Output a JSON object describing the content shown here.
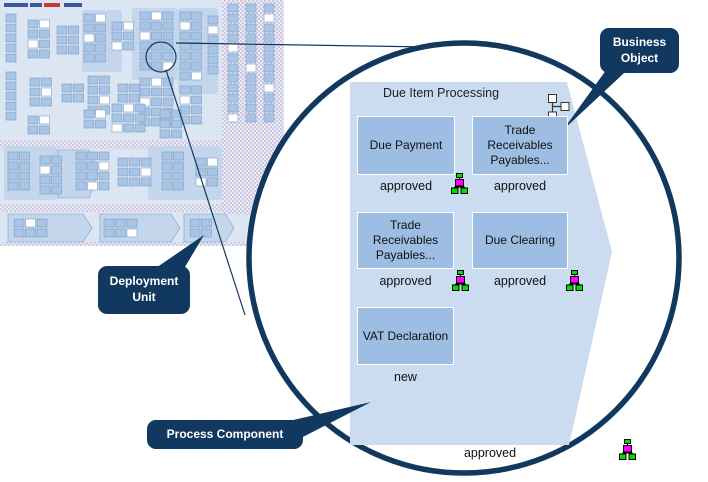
{
  "colors": {
    "navy": "#11395f",
    "panel_blue": "#cbdcf1",
    "box_blue": "#9dbde2",
    "icon_green": "#00dd00",
    "icon_magenta": "#ff00ff",
    "text": "#111111"
  },
  "panel": {
    "title": "Due Item Processing",
    "cells": [
      {
        "label": "Due Payment",
        "status": "approved"
      },
      {
        "label": "Trade Receivables Payables...",
        "status": "approved"
      },
      {
        "label": "Trade Receivables Payables...",
        "status": "approved"
      },
      {
        "label": "Due Clearing",
        "status": "approved"
      },
      {
        "label": "VAT Declaration",
        "status": "new"
      }
    ],
    "footer_status": "approved"
  },
  "callouts": {
    "business_object": {
      "label": "Business Object"
    },
    "deployment_unit": {
      "label": "Deployment Unit"
    },
    "process_component": {
      "label": "Process Component"
    }
  },
  "icons": {
    "status_icon": "org-hierarchy-colored-icon",
    "panel_icon": "org-hierarchy-outline-icon"
  },
  "minimap": {
    "colors": {
      "bg": "#dce6f2",
      "box": "#a9c5e5",
      "box_stroke": "#7d9cc4",
      "container": "#c3d6ec"
    },
    "bands": [
      [
        222,
        0,
        61,
        215
      ],
      [
        0,
        140,
        284,
        9
      ],
      [
        0,
        204,
        284,
        8
      ],
      [
        0,
        242,
        284,
        5
      ]
    ],
    "containers": [
      [
        82,
        10,
        40,
        62
      ],
      [
        132,
        8,
        46,
        72
      ],
      [
        178,
        8,
        40,
        86
      ],
      [
        4,
        146,
        54,
        54
      ],
      [
        148,
        146,
        74,
        54
      ]
    ],
    "pentagons": [
      [
        8,
        214,
        84,
        28
      ],
      [
        100,
        214,
        80,
        28
      ],
      [
        184,
        214,
        50,
        28
      ],
      [
        58,
        150,
        40,
        48
      ]
    ],
    "clusters": [
      [
        6,
        14,
        1,
        5
      ],
      [
        28,
        20,
        2,
        4
      ],
      [
        57,
        26,
        2,
        3
      ],
      [
        84,
        14,
        2,
        5
      ],
      [
        112,
        22,
        2,
        3
      ],
      [
        140,
        12,
        3,
        6
      ],
      [
        180,
        12,
        2,
        7
      ],
      [
        208,
        16,
        1,
        6
      ],
      [
        228,
        4,
        1,
        12
      ],
      [
        246,
        4,
        1,
        12
      ],
      [
        264,
        4,
        1,
        12
      ],
      [
        6,
        72,
        1,
        5
      ],
      [
        30,
        78,
        2,
        3
      ],
      [
        62,
        84,
        2,
        2
      ],
      [
        88,
        76,
        2,
        4
      ],
      [
        118,
        84,
        2,
        2
      ],
      [
        140,
        78,
        3,
        5
      ],
      [
        180,
        86,
        2,
        4
      ],
      [
        84,
        110,
        2,
        2
      ],
      [
        112,
        104,
        3,
        3
      ],
      [
        160,
        110,
        2,
        3
      ],
      [
        28,
        116,
        2,
        2
      ],
      [
        8,
        152,
        2,
        4
      ],
      [
        40,
        156,
        2,
        4
      ],
      [
        76,
        152,
        3,
        4
      ],
      [
        118,
        158,
        3,
        3
      ],
      [
        162,
        152,
        2,
        4
      ],
      [
        196,
        158,
        2,
        3
      ],
      [
        14,
        219,
        3,
        2
      ],
      [
        104,
        219,
        3,
        2
      ],
      [
        190,
        219,
        2,
        2
      ]
    ],
    "scribbles": [
      [
        4,
        3,
        24,
        4,
        "#3b55a0"
      ],
      [
        30,
        3,
        12,
        4,
        "#3b55a0"
      ],
      [
        44,
        3,
        16,
        4,
        "#c43b3b"
      ],
      [
        64,
        3,
        18,
        4,
        "#3b55a0"
      ]
    ]
  }
}
